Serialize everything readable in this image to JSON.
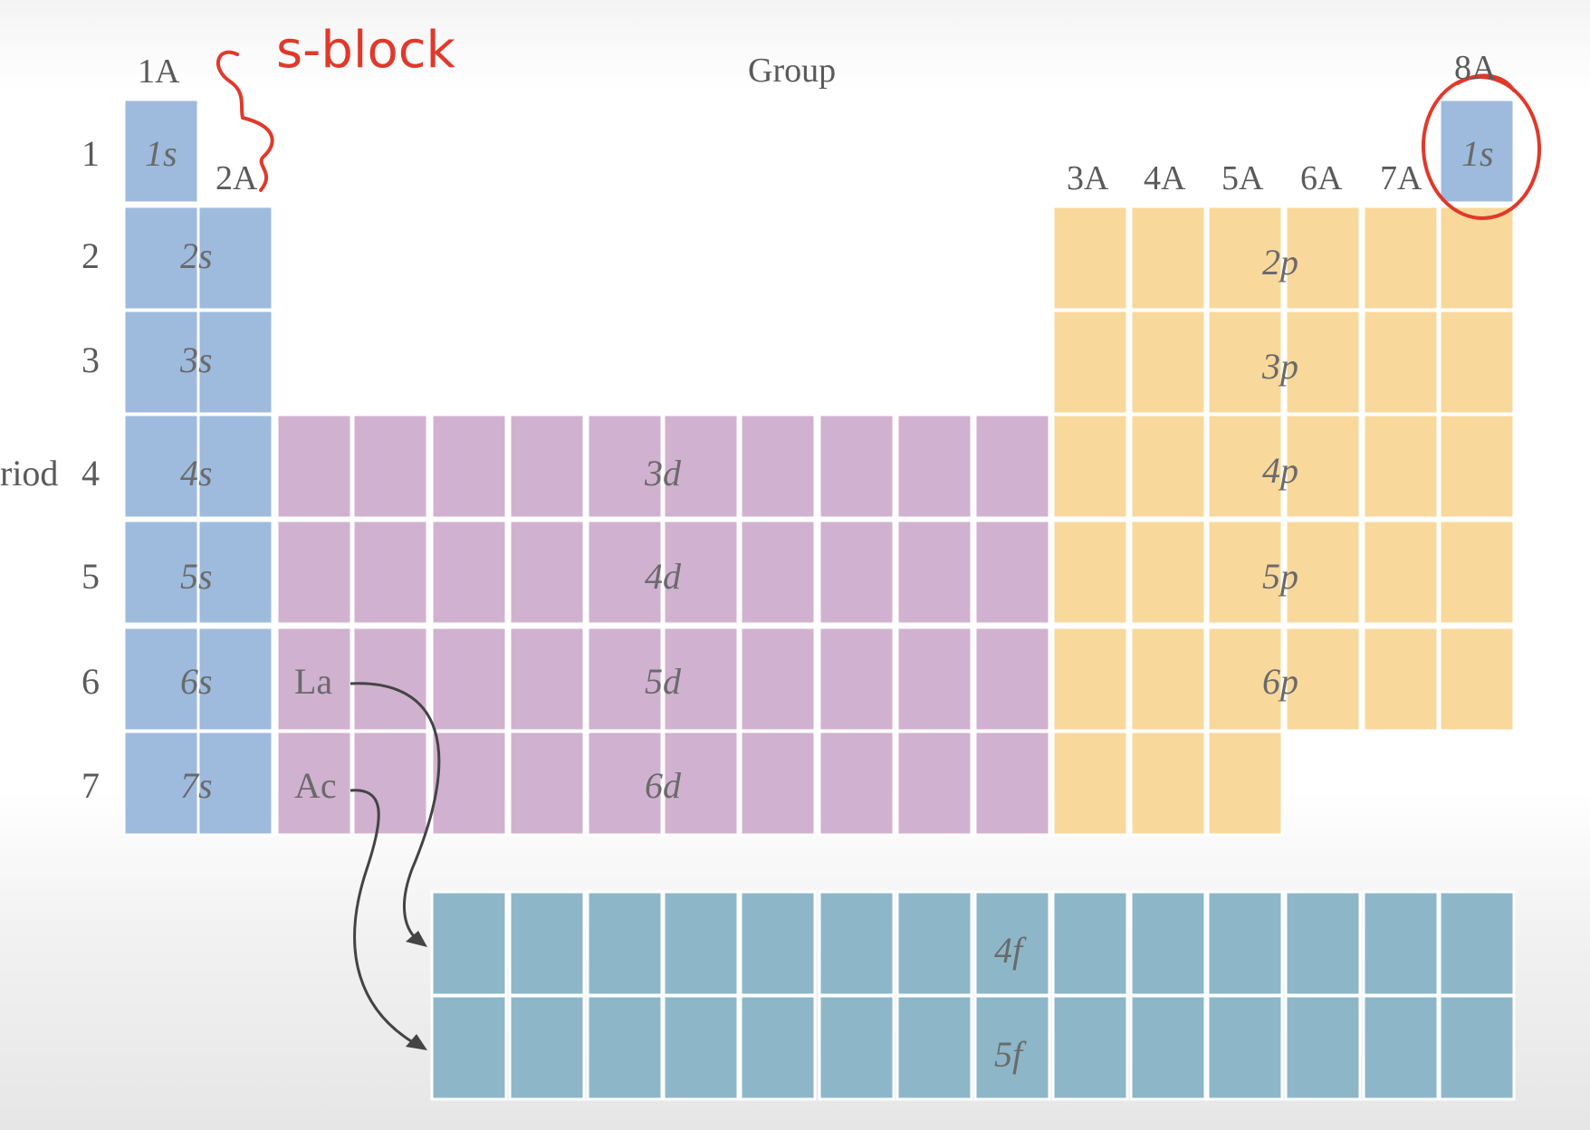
{
  "header": {
    "group_label": "Group",
    "period_label": "riod"
  },
  "groups": {
    "g1": "1A",
    "g2": "2A",
    "g3": "3A",
    "g4": "4A",
    "g5": "5A",
    "g6": "6A",
    "g7": "7A",
    "g8": "8A"
  },
  "periods": [
    "1",
    "2",
    "3",
    "4",
    "5",
    "6",
    "7"
  ],
  "s_block": [
    "1s",
    "2s",
    "3s",
    "4s",
    "5s",
    "6s",
    "7s"
  ],
  "he_block": "1s",
  "d_block": [
    "3d",
    "4d",
    "5d",
    "6d"
  ],
  "p_block": [
    "2p",
    "3p",
    "4p",
    "5p",
    "6p"
  ],
  "f_block": [
    "4f",
    "5f"
  ],
  "lanthanide": "La",
  "actinide": "Ac",
  "annotation": {
    "text": "s-block"
  },
  "colors": {
    "s_block": "#9ebbde",
    "d_block": "#d1b1d0",
    "p_block": "#f9d89c",
    "f_block": "#8db7c8",
    "annotation": "#e0392b"
  }
}
